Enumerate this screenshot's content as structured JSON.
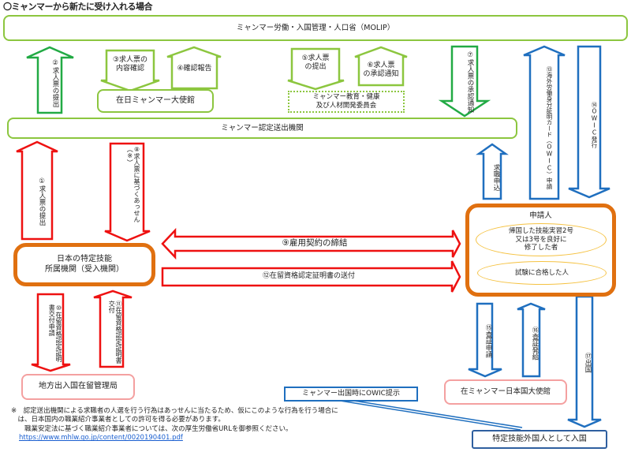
{
  "title": "〇ミャンマーから新たに受け入れる場合",
  "colors": {
    "green": "#8cc63f",
    "dark_green": "#22aa44",
    "red": "#ee1111",
    "orange": "#e07010",
    "blue": "#1f6fbf",
    "pink": "#f4a0a0",
    "yellow": "#f5c242"
  },
  "nodes": {
    "moli": "ミャンマー労働・入国管理・人口省（MOLIP）",
    "embassy_in_japan": "在日ミャンマー大使館",
    "education_committee": "ミャンマー教育・健康\n及び人材開発委員会",
    "sending_org": "ミャンマー認定送出機関",
    "japan_org": "日本の特定技能\n所属機関（受入機関）",
    "applicant": {
      "title": "申請人",
      "group1": "帰国した技能実習2号\n又は3号を良好に\n修了した者",
      "group2": "試験に合格した人"
    },
    "immigration_bureau": "地方出入国在留管理局",
    "japan_embassy_myanmar": "在ミャンマー日本国大使館",
    "entry": "特定技能外国人として入国",
    "owic_callout": "ミャンマー出国時にOWIC提示"
  },
  "arrows": {
    "a1": "①求人票の提出",
    "a2": "②求人票の提出",
    "a3": "③求人票の\n内容確認",
    "a4": "④確認報告",
    "a5": "⑤求人票\nの提出",
    "a6": "⑥求人票\nの承認通知",
    "a7": "⑦求人票の承認通知",
    "a8": "⑧求人票に基づくあっせん（※）",
    "a9": "⑨雇用契約の締結",
    "a10": "⑩在留資格認定証明書交付申請",
    "a11": "⑪在留資格認定証明書交付",
    "a12": "⑫在留資格認定証明書の送付",
    "a13": "⑬海外労働身分証明カード（OWIC）申請",
    "a14": "⑭OWIC発行",
    "a15": "⑮査証申請",
    "a16": "⑯査証発給",
    "a17": "⑰出国",
    "job_apply": "求職申込"
  },
  "footnote": {
    "line1": "※　認定送出機関による求職者の人選を行う行為はあっせんに当たるため、仮にこのような行為を行う場合に",
    "line2": "　は、日本国内の職業紹介事業者としての許可を得る必要があります。",
    "line3": "　　職業安定法に基づく職業紹介事業者については、次の厚生労働省URLを御参照ください。",
    "link": "https://www.mhlw.go.jp/content/0020190401.pdf"
  }
}
